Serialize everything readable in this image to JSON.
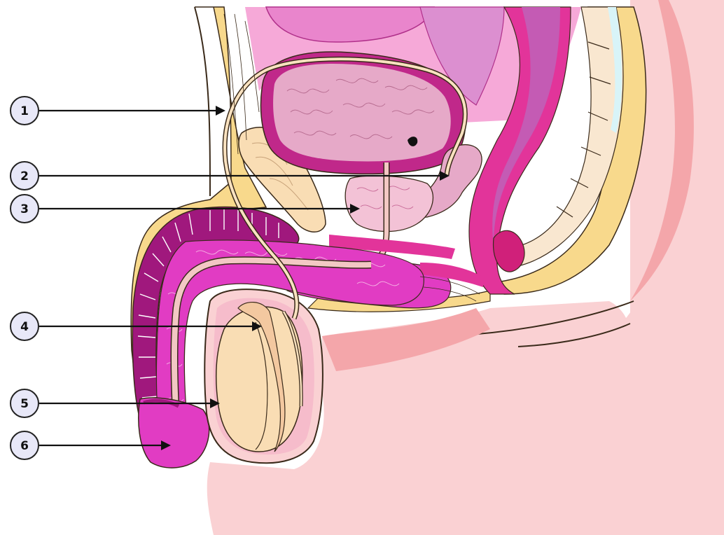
{
  "callouts": [
    {
      "number": "1"
    },
    {
      "number": "2"
    },
    {
      "number": "3"
    },
    {
      "number": "4"
    },
    {
      "number": "5"
    },
    {
      "number": "6"
    }
  ],
  "colors": {
    "background": "#ffffff",
    "skin": "#fad1d3",
    "skin_dark": "#f4a6aa",
    "fat": "#f8d98c",
    "fat_dark": "#e8c070",
    "bladder_wall": "#c0288a",
    "bladder_inner": "#e6a9c8",
    "erectile": "#e13cc3",
    "erectile_dark": "#a0187d",
    "testis": "#f9ddb4",
    "pale_tissue": "#f3c8c4",
    "gland": "#e9a3c9",
    "rectum": "#e2349a",
    "callout_fill": "#e8e8f8",
    "callout_stroke": "#222222"
  }
}
